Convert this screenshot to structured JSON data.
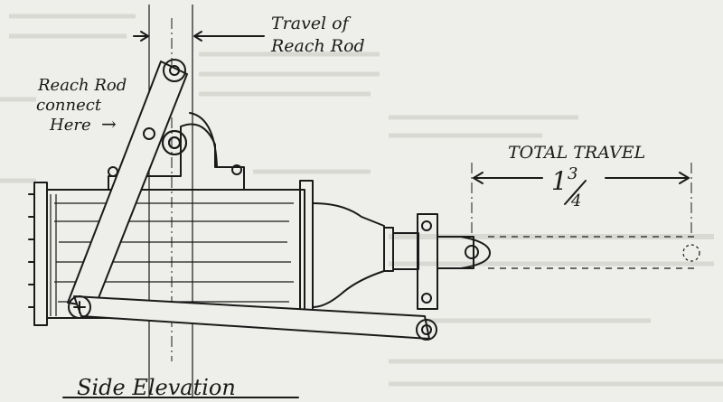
{
  "labels": {
    "travel_of_reach_rod_line1": "Travel of",
    "travel_of_reach_rod_line2": "Reach Rod",
    "reach_rod_connect_line1": "Reach Rod",
    "reach_rod_connect_line2": "connect",
    "reach_rod_connect_line3": "Here",
    "reach_rod_arrow": "→",
    "total_travel": "TOTAL TRAVEL",
    "total_travel_whole": "1",
    "total_travel_num": "3",
    "total_travel_den": "4",
    "caption": "Side Elevation"
  },
  "colors": {
    "ink": "#1a1a1a",
    "paper": "#eeeeea",
    "bleed_through_text": "#b9b9b4"
  }
}
